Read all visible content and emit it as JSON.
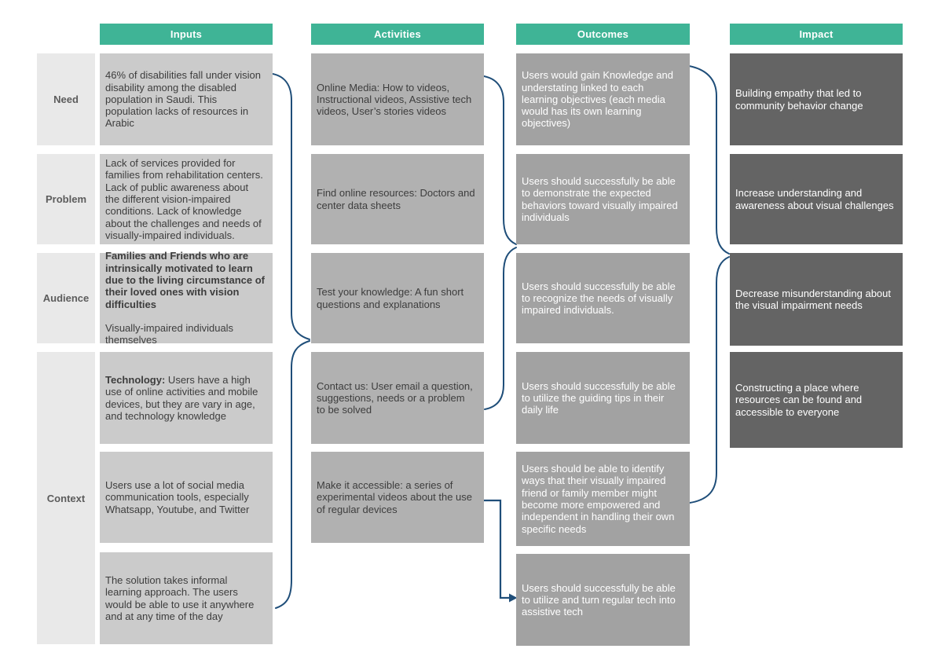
{
  "colors": {
    "teal": "#3FB496",
    "label-bg": "#E9E9E9",
    "inputs-bg": "#CBCBCB",
    "activities-bg": "#B1B1B1",
    "outcomes-bg": "#A2A2A2",
    "impact-bg": "#646464",
    "dark-text": "#3D3D3D",
    "connector": "#1F4E79"
  },
  "columns": [
    {
      "label": "Inputs"
    },
    {
      "label": "Activities"
    },
    {
      "label": "Outcomes"
    },
    {
      "label": "Impact"
    }
  ],
  "rows": [
    {
      "label": "Need"
    },
    {
      "label": "Problem"
    },
    {
      "label": "Audience"
    },
    {
      "label": "Context"
    }
  ],
  "inputs": [
    {
      "text": "46% of disabilities fall under vision disability among the disabled population in Saudi. This population lacks of resources in Arabic"
    },
    {
      "text": "Lack of services provided for families from rehabilitation centers. Lack of public awareness about the different vision-impaired conditions. Lack of knowledge about the challenges and needs of visually-impaired individuals."
    },
    {
      "bold": "Families and Friends who are intrinsically motivated to learn due to the living circumstance of their loved ones with vision difficulties",
      "text": "Visually-impaired individuals themselves"
    },
    {
      "bold": "Technology:",
      "text": " Users have a high use of online activities and mobile devices, but they are vary in age, and technology knowledge"
    },
    {
      "text": "Users use a lot of social media communication tools, especially Whatsapp, Youtube, and Twitter"
    },
    {
      "text": "The solution takes informal learning approach. The users would be able to use it anywhere and at any time of the day"
    }
  ],
  "activities": [
    {
      "text": "Online Media: How to videos, Instructional videos, Assistive tech videos, User’s stories videos"
    },
    {
      "text": "Find online resources: Doctors and center data sheets"
    },
    {
      "text": "Test your knowledge: A fun short questions and explanations"
    },
    {
      "text": "Contact us: User email a question, suggestions,  needs or a problem to be solved"
    },
    {
      "text": "Make it accessible: a series of experimental videos about the use of regular devices"
    }
  ],
  "outcomes": [
    {
      "text": "Users would gain Knowledge and understating linked to each learning objectives (each media would has its own learning objectives)"
    },
    {
      "text": "Users should successfully be able to demonstrate the expected behaviors toward visually impaired individuals"
    },
    {
      "text": "Users should successfully be able to recognize the needs of visually impaired individuals."
    },
    {
      "text": "Users should successfully be able to utilize the guiding tips in their daily life"
    },
    {
      "text": "Users should be able to identify ways that their visually impaired friend or family member might become more empowered and independent in handling their own specific needs"
    },
    {
      "text": "Users should successfully be able to utilize and turn regular tech into assistive tech"
    }
  ],
  "impact": [
    {
      "text": "Building empathy that led to community behavior change"
    },
    {
      "text": "Increase understanding and awareness about visual challenges"
    },
    {
      "text": "Decrease misunderstanding about the visual impairment needs"
    },
    {
      "text": "Constructing a place where resources can be found and accessible to everyone"
    }
  ]
}
